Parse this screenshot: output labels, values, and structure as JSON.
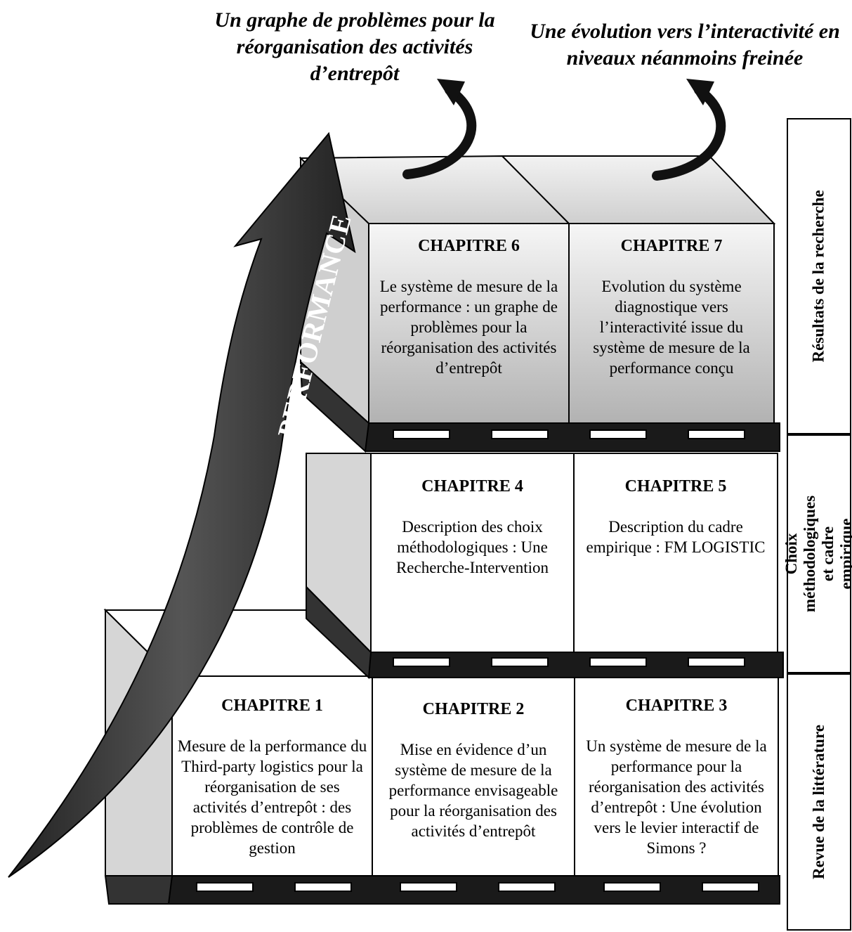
{
  "annotations": [
    "Un graphe de problèmes pour la réorganisation des activités d’entrepôt",
    "Une évolution vers l’interactivité en niveaux néanmoins freinée"
  ],
  "axis_label": "PERFORMANCE",
  "chapters": [
    {
      "title": "CHAPITRE 1",
      "text": "Mesure de la performance du Third-party logistics pour la réorganisation de ses activités d’entrepôt : des problèmes de contrôle de gestion"
    },
    {
      "title": "CHAPITRE 2",
      "text": "Mise en évidence d’un système de mesure de la performance envisageable pour la réorganisation des activités d’entrepôt"
    },
    {
      "title": "CHAPITRE 3",
      "text": "Un système de mesure de la performance pour la réorganisation des activités d’entrepôt : Une évolution vers le levier interactif de Simons ?"
    },
    {
      "title": "CHAPITRE 4",
      "text": "Description des choix méthodologiques : Une Recherche-Intervention"
    },
    {
      "title": "CHAPITRE 5",
      "text": "Description du cadre empirique : FM LOGISTIC"
    },
    {
      "title": "CHAPITRE 6",
      "text": "Le système de mesure de la performance : un graphe de problèmes pour la réorganisation des activités d’entrepôt"
    },
    {
      "title": "CHAPITRE 7",
      "text": "Evolution du système diagnostique vers l’interactivité issue du système de mesure de la performance conçu"
    }
  ],
  "sections": [
    "Résultats de la recherche",
    "Choix méthodologiques et cadre empirique",
    "Revue de la littérature"
  ],
  "colors": {
    "box_grey_top": "#f4f4f4",
    "box_grey_bottom": "#b4b4b4",
    "arrow": "#3a3a3a"
  }
}
